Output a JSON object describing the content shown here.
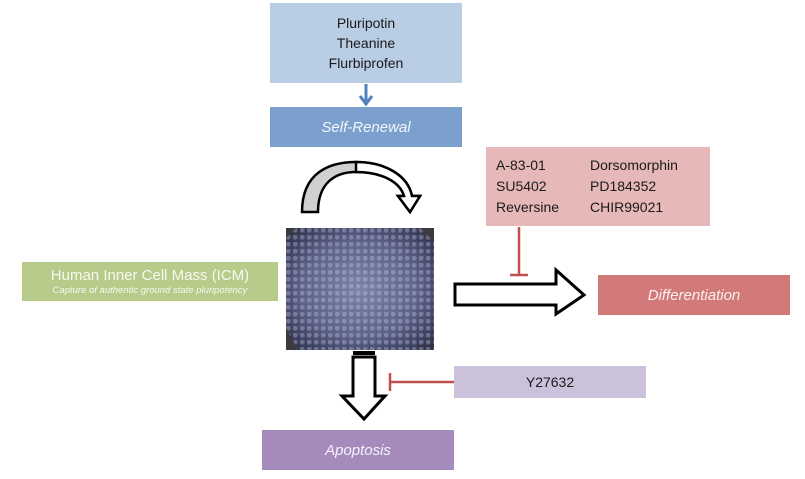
{
  "compounds_self_renewal": [
    "Pluripotin",
    "Theanine",
    "Flurbiprofen"
  ],
  "self_renewal_label": "Self-Renewal",
  "differentiation_inhibitors": {
    "left": [
      "A-83-01",
      "SU5402",
      "Reversine"
    ],
    "right": [
      "Dorsomorphin",
      "PD184352",
      "CHIR99021"
    ]
  },
  "icm": {
    "title": "Human Inner Cell Mass (ICM)",
    "subtitle": "Capture of authentic ground state pluripotency"
  },
  "differentiation_label": "Differentiation",
  "apoptosis_inhibitor": "Y27632",
  "apoptosis_label": "Apoptosis",
  "colors": {
    "compounds_box": "#b9cde5",
    "self_renewal_box": "#7ba0cd",
    "inhibitor_box": "#e6b9b8",
    "icm_box": "#b7cb8a",
    "differentiation_box": "#d27a7a",
    "y27632_box": "#ccc1da",
    "apoptosis_box": "#a58bbc",
    "activation_arrow": "#4f81bd",
    "inhibition_line": "#c0504d"
  }
}
